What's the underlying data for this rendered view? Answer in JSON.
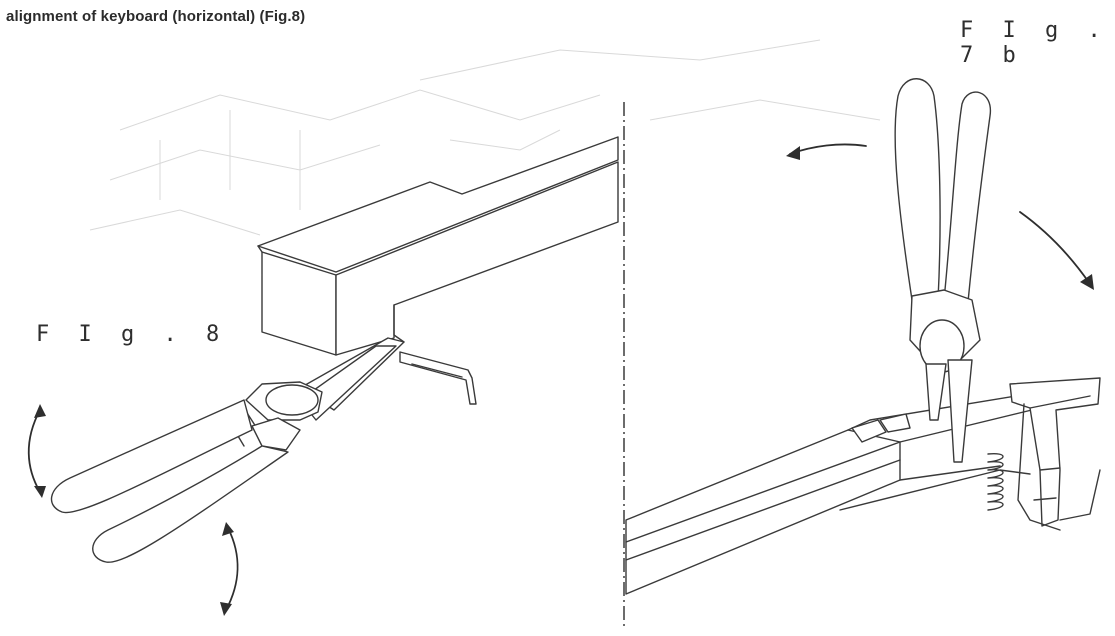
{
  "caption": "alignment of keyboard (horizontal) (Fig.8)",
  "figures": {
    "fig8": "F I g . 8",
    "fig7b": "F I g . 7 b"
  },
  "colors": {
    "line": "#3a3a3a",
    "faint": "#d9d9d9",
    "background": "#ffffff"
  }
}
